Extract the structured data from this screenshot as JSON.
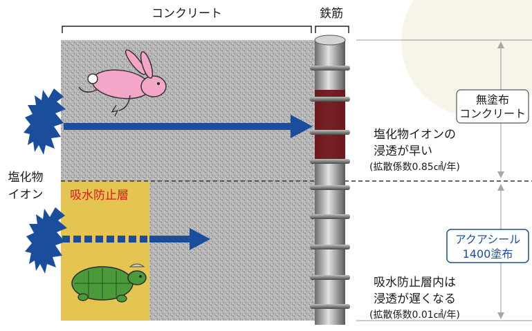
{
  "labels": {
    "concrete": "コンクリート",
    "rebar": "鉄筋",
    "chloride_line1": "塩化物",
    "chloride_line2": "イオン",
    "barrier_layer": "吸水防止層",
    "uncoated_line1": "無塗布",
    "uncoated_line2": "コンクリート",
    "fast_line1": "塩化物イオンの",
    "fast_line2": "浸透が早い",
    "fast_coef": "(拡散係数0.85㎠/年)",
    "coated_line1": "アクアシール",
    "coated_line2": "1400塗布",
    "slow_line1": "吸水防止層内は",
    "slow_line2": "浸透が遅くなる",
    "slow_coef": "(拡散係数0.01㎠/年)"
  },
  "icons": {
    "fast": "rabbit-icon",
    "slow": "turtle-icon",
    "ion_source": "starburst-icon"
  },
  "colors": {
    "arrow_blue": "#1a4d9c",
    "barrier_yellow": "#e8c74a",
    "barrier_text_red": "#d8171f",
    "corrosion_red": "#6e1218",
    "rabbit_pink": "#f4a6c8",
    "turtle_green": "#4a9a3a"
  }
}
